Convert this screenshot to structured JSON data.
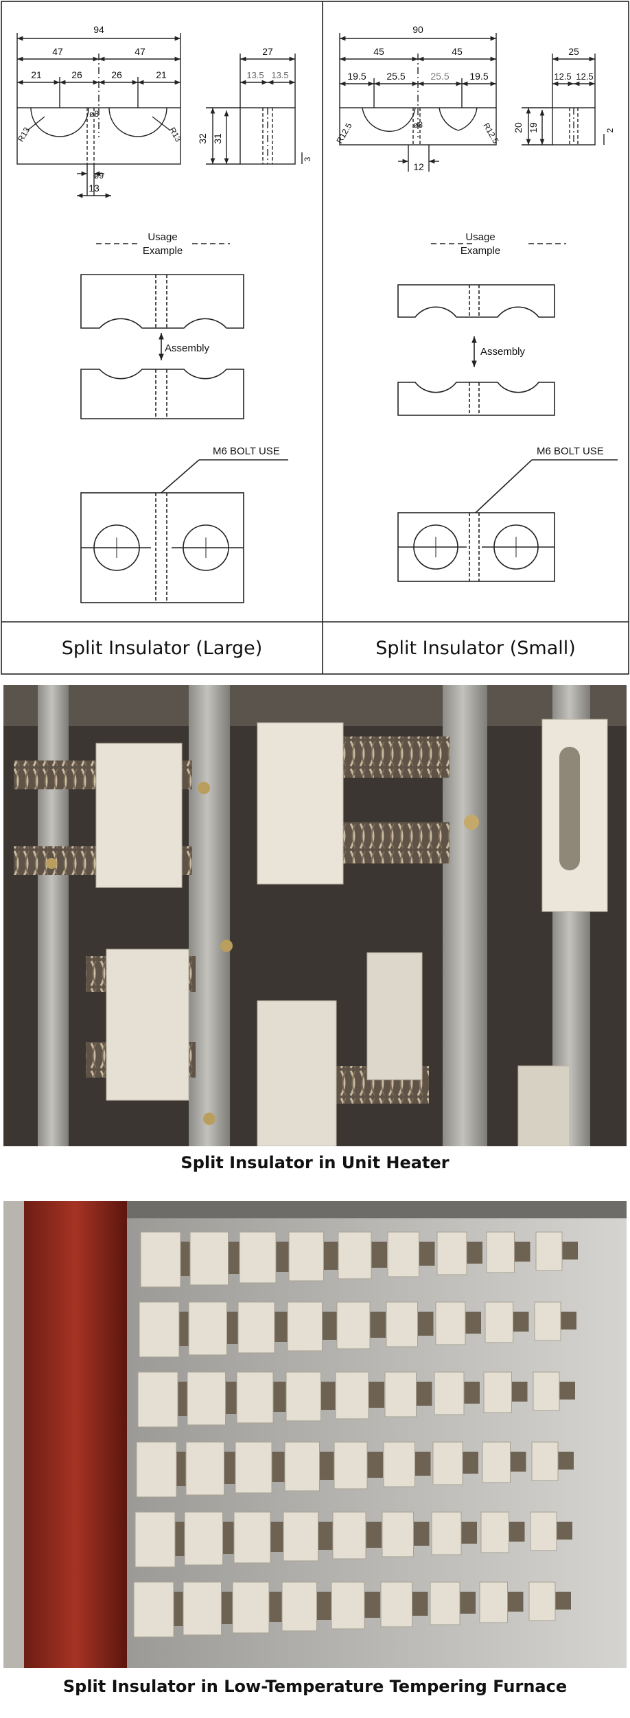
{
  "large": {
    "dims": {
      "overall": "94",
      "half_left": "47",
      "half_right": "47",
      "a": "21",
      "b": "26",
      "c": "26",
      "d": "21",
      "height_outer": "32",
      "height_inner": "31",
      "radius_left": "R13",
      "radius_right": "R13",
      "hole": "ø8",
      "bottom_hole": "ø9",
      "bottom_width": "13",
      "side_width": "27",
      "side_half_a": "13.5",
      "side_half_b": "13.5",
      "side_small": "3"
    },
    "usage_title_1": "Usage",
    "usage_title_2": "Example",
    "assembly": "Assembly",
    "bolt": "M6   BOLT USE",
    "caption": "Split Insulator (Large)"
  },
  "small": {
    "dims": {
      "overall": "90",
      "half_left": "45",
      "half_right": "45",
      "a": "19.5",
      "b": "25.5",
      "c": "25.5",
      "d": "19.5",
      "height_outer": "20",
      "height_inner": "19",
      "radius_left": "R12.5",
      "radius_right": "R12.5",
      "hole": "ø8",
      "bottom_width": "12",
      "side_width": "25",
      "side_half_a": "12.5",
      "side_half_b": "12.5",
      "side_small": "2"
    },
    "usage_title_1": "Usage",
    "usage_title_2": "Example",
    "assembly": "Assembly",
    "bolt": "M6   BOLT USE",
    "caption": "Split Insulator (Small)"
  },
  "photo1": {
    "caption": "Split Insulator in Unit Heater"
  },
  "photo2": {
    "caption": "Split Insulator in Low-Temperature Tempering Furnace"
  },
  "colors": {
    "line": "#222222",
    "frame_gray": "#a8a8a6",
    "bg_dark": "#3a3530",
    "ceramic": "#e9e4d8",
    "coil": "#8c7d6a",
    "furnace_red": "#8f2a1c"
  }
}
